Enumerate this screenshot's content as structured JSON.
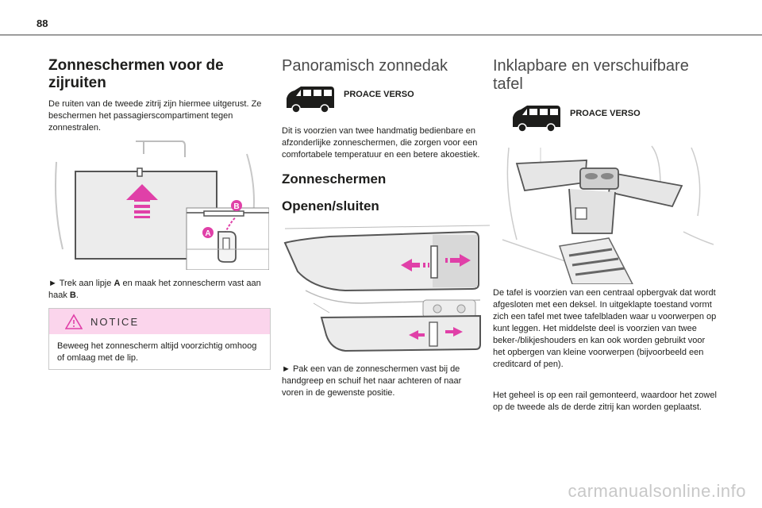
{
  "page": {
    "number": "88"
  },
  "col1": {
    "title": "Zonneschermen voor de zijruiten",
    "intro": "De ruiten van de tweede zitrij zijn hiermee uitgerust. Ze beschermen het passagierscompartiment tegen zonnestralen.",
    "step_arrow": "►",
    "step_pre": " Trek aan lipje ",
    "step_a": "A",
    "step_mid": " en maak het zonnescherm vast aan haak ",
    "step_b": "B",
    "step_end": ".",
    "label_a": "A",
    "label_b": "B",
    "notice_title": "NOTICE",
    "notice_text": "Beweeg het zonnescherm altijd voorzichtig omhoog of omlaag met de lip."
  },
  "col2": {
    "title": "Panoramisch zonnedak",
    "badge": "PROACE VERSO",
    "intro": "Dit is voorzien van twee handmatig bedienbare en afzonderlijke zonneschermen, die zorgen voor een comfortabele temperatuur en een betere akoestiek.",
    "subtitle1": "Zonneschermen",
    "subtitle2": "Openen/sluiten",
    "step_arrow": "►",
    "step_text": " Pak een van de zonneschermen vast bij de handgreep en schuif het naar achteren of naar voren in de gewenste positie."
  },
  "col3": {
    "title": "Inklapbare en verschuifbare tafel",
    "badge": "PROACE VERSO",
    "para1": "De tafel is voorzien van een centraal opbergvak dat wordt afgesloten met een deksel. In uitgeklapte toestand vormt zich een tafel met twee tafelbladen waar u voorwerpen op kunt leggen. Het middelste deel is voorzien van twee beker-/blikjeshouders en kan ook worden gebruikt voor het opbergen van kleine voorwerpen (bijvoorbeeld een creditcard of pen).",
    "para2": "Het geheel is op een rail gemonteerd, waardoor het zowel op de tweede als de derde zitrij kan worden geplaatst."
  },
  "watermark": "carmanualsonline.info",
  "colors": {
    "accent": "#e040a8",
    "notice_bg": "#fbd5ec",
    "rule": "#9d9d9d"
  }
}
